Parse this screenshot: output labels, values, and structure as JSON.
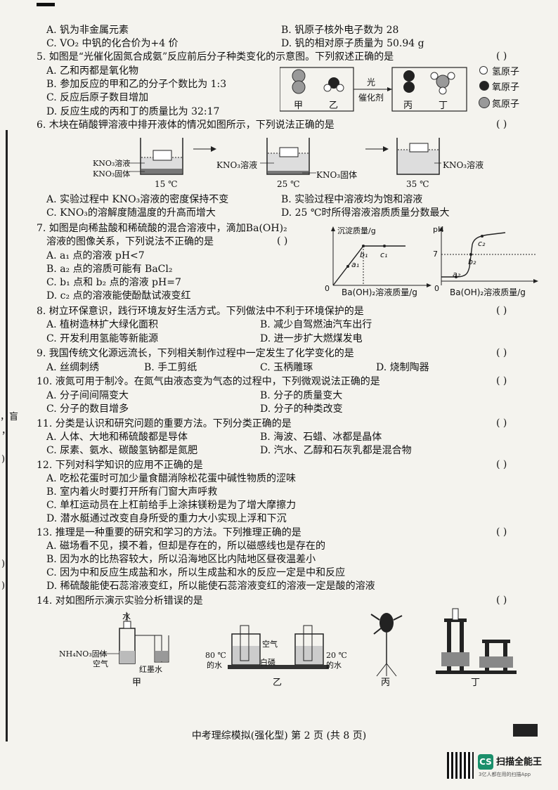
{
  "q4_options": {
    "A": "A. 钒为非金属元素",
    "B": "B. 钒原子核外电子数为 28",
    "C": "C. VO₂ 中钒的化合价为+4 价",
    "D": "D. 钒的相对原子质量为 50.94 g"
  },
  "q5": {
    "stem": "5. 如图是“光催化固氮合成氨”反应前后分子种类变化的示意图。下列叙述正确的是",
    "A": "A. 乙和丙都是氧化物",
    "B": "B. 参加反应的甲和乙的分子个数比为 1:3",
    "C": "C. 反应后原子数目增加",
    "D": "D. 反应生成的丙和丁的质量比为 32:17",
    "labels": {
      "jia": "甲",
      "yi": "乙",
      "bing": "丙",
      "ding": "丁",
      "light": "光",
      "catalyst": "催化剂"
    },
    "legend": [
      "氢原子",
      "氧原子",
      "氮原子"
    ]
  },
  "q6": {
    "stem": "6. 木块在硝酸钾溶液中排开液体的情况如图所示，下列说法正确的是",
    "fig": {
      "sol1": "KNO₃溶液",
      "solid1": "KNO₃固体",
      "t1": "15 ℃",
      "sol2": "KNO₃溶液",
      "solid2": "KNO₃固体",
      "t2": "25 ℃",
      "sol3": "KNO₃溶液",
      "t3": "35 ℃"
    },
    "A": "A. 实验过程中 KNO₃溶液的密度保持不变",
    "B": "B. 实验过程中溶液均为饱和溶液",
    "C": "C. KNO₃的溶解度随温度的升高而增大",
    "D": "D. 25 ℃时所得溶液溶质质量分数最大"
  },
  "q7": {
    "stem1": "7. 如图是向稀盐酸和稀硫酸的混合溶液中，滴加Ba(OH)₂",
    "stem2": "溶液的图像关系，下列说法不正确的是",
    "A": "A. a₁ 点的溶液 pH<7",
    "B": "B. a₂ 点的溶质可能有 BaCl₂",
    "C": "C. b₁ 点和 b₂ 点的溶液 pH=7",
    "D": "D. c₂ 点的溶液能使酚酞试液变红",
    "chart1": {
      "ylabel": "沉淀质量/g",
      "xlabel": "Ba(OH)₂溶液质量/g",
      "origin": "0",
      "a": "a₁",
      "b": "b₁",
      "c": "c₁"
    },
    "chart2": {
      "ylabel": "pH",
      "xlabel": "Ba(OH)₂溶液质量/g",
      "origin": "0",
      "seven": "7",
      "a": "a₂",
      "b": "b₂",
      "c": "c₂"
    }
  },
  "q8": {
    "stem": "8. 树立环保意识，践行环境友好生活方式。下列做法中不利于环境保护的是",
    "A": "A. 植树造林扩大绿化面积",
    "B": "B. 减少自驾燃油汽车出行",
    "C": "C. 开发利用氢能等新能源",
    "D": "D. 进一步扩大燃煤发电"
  },
  "q9": {
    "stem": "9. 我国传统文化源远流长，下列相关制作过程中一定发生了化学变化的是",
    "A": "A. 丝绸刺绣",
    "B": "B. 手工剪纸",
    "C": "C. 玉柄雕琢",
    "D": "D. 烧制陶器"
  },
  "q10": {
    "stem": "10. 液氮可用于制冷。在氮气由液态变为气态的过程中，下列微观说法正确的是",
    "A": "A. 分子间间隔变大",
    "B": "B. 分子的质量变大",
    "C": "C. 分子的数目增多",
    "D": "D. 分子的种类改变"
  },
  "q11": {
    "stem": "11. 分类是认识和研究问题的重要方法。下列分类正确的是",
    "A": "A. 人体、大地和稀硫酸都是导体",
    "B": "B. 海波、石蜡、冰都是晶体",
    "C": "C. 尿素、氨水、碳酸氢钠都是氮肥",
    "D": "D. 汽水、乙醇和石灰乳都是混合物"
  },
  "q12": {
    "stem": "12. 下列对科学知识的应用不正确的是",
    "A": "A. 吃松花蛋时可加少量食醋消除松花蛋中碱性物质的涩味",
    "B": "B. 室内着火时要打开所有门窗大声呼救",
    "C": "C. 单杠运动员在上杠前给手上涂抹镁粉是为了增大摩擦力",
    "D": "D. 潜水艇通过改变自身所受的重力大小实现上浮和下沉"
  },
  "q13": {
    "stem": "13. 推理是一种重要的研究和学习的方法。下列推理正确的是",
    "A": "A. 磁场看不见，摸不着，但却是存在的，所以磁感线也是存在的",
    "B": "B. 因为水的比热容较大，所以沿海地区比内陆地区昼夜温差小",
    "C": "C. 因为中和反应生成盐和水，所以生成盐和水的反应一定是中和反应",
    "D": "D. 稀硫酸能使石蕊溶液变红，所以能使石蕊溶液变红的溶液一定是酸的溶液"
  },
  "q14": {
    "stem": "14. 对如图所示演示实验分析错误的是",
    "fig": {
      "water": "水",
      "nh4no3": "NH₄NO₃固体",
      "air": "空气",
      "redink": "红墨水",
      "jia": "甲",
      "air2": "空气",
      "hot": "80 ℃",
      "hotw": "的水",
      "wp": "白磷",
      "cold": "20 ℃",
      "coldw": "的水",
      "yi": "乙",
      "bing": "丙",
      "ding": "丁"
    }
  },
  "paren": "(          )",
  "paren_short": "(       )",
  "footer": "中考理综模拟(强化型)  第 2 页  (共 8 页)",
  "scanner": {
    "badge": "CS",
    "name": "扫描全能王",
    "sub": "3亿人都在用的扫描App"
  },
  "margin": {
    "m1": "，盲",
    "m2": "，",
    "m3": ")",
    "m4": ")",
    "m5": ")"
  }
}
